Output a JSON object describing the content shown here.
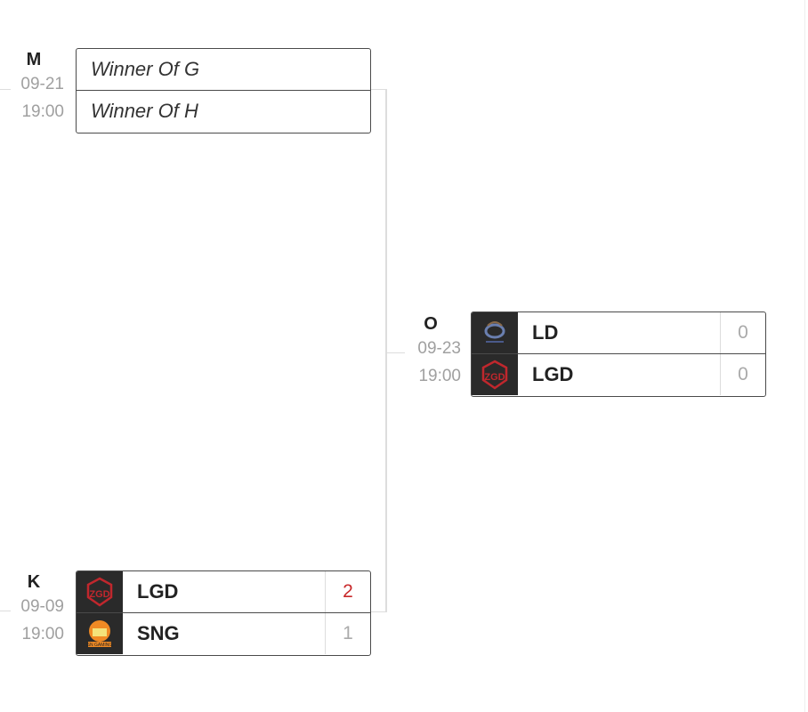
{
  "matches": [
    {
      "id": "M",
      "date": "09-21",
      "time": "19:00",
      "teams": [
        {
          "name": "Winner Of G"
        },
        {
          "name": "Winner Of H"
        }
      ]
    },
    {
      "id": "K",
      "date": "09-09",
      "time": "19:00",
      "teams": [
        {
          "name": "LGD",
          "score": "2",
          "logo": "lgd-logo-icon",
          "winner": true
        },
        {
          "name": "SNG",
          "score": "1",
          "logo": "sng-logo-icon",
          "winner": false
        }
      ]
    },
    {
      "id": "O",
      "date": "09-23",
      "time": "19:00",
      "teams": [
        {
          "name": "LD",
          "score": "0",
          "logo": "ld-logo-icon"
        },
        {
          "name": "LGD",
          "score": "0",
          "logo": "lgd-logo-icon"
        }
      ]
    }
  ],
  "colors": {
    "winner_score": "#c8282a",
    "loser_score": "#aaaaaa",
    "logo_bg": "#2a2a2a"
  }
}
